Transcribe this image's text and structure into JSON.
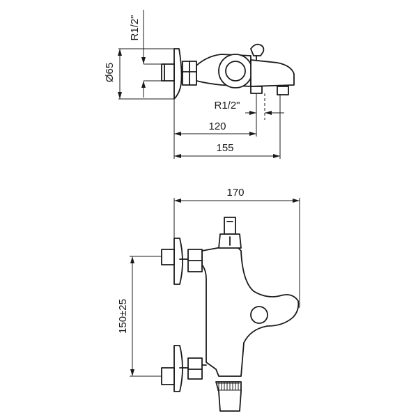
{
  "dimensions": {
    "side_view": {
      "inlet_thread": "R1/2\"",
      "wall_plate_diameter": "Ø65",
      "outlet_thread": "R1/2\"",
      "outlet_distance": "120",
      "overall_depth": "155"
    },
    "front_view": {
      "overall_width": "170",
      "inlet_spacing": "150±25"
    }
  }
}
